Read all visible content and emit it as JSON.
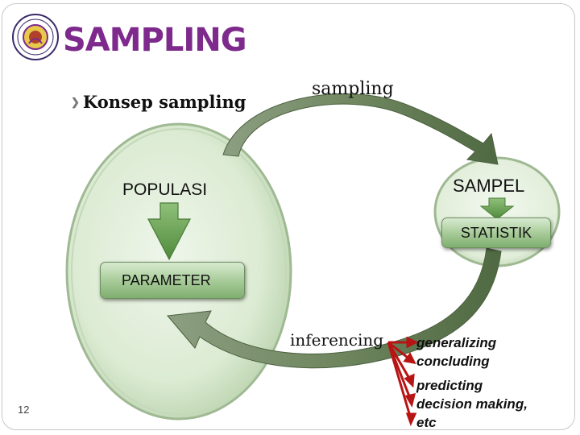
{
  "header": {
    "title": "SAMPLING",
    "logo": "university-seal"
  },
  "bullet": {
    "icon": "bullet-arrow-icon",
    "text": "Konsep sampling"
  },
  "diagram": {
    "sampling_label": "sampling",
    "populasi_label": "POPULASI",
    "sampel_label": "SAMPEL",
    "statistik_label": "STATISTIK",
    "parameter_label": "PARAMETER",
    "inferencing_label": "inferencing",
    "outcomes": [
      "generalizing",
      "concluding",
      "predicting",
      "decision making,",
      "etc"
    ]
  },
  "colors": {
    "title": "#7d2a8c",
    "population_fill": "#e4f1dc",
    "box_green": "#9cc48c",
    "arrow_green": "#6fa55b",
    "curve_dark": "#5f7a52",
    "red_arrows": "#b81414"
  },
  "footer": {
    "page_number": "12"
  }
}
